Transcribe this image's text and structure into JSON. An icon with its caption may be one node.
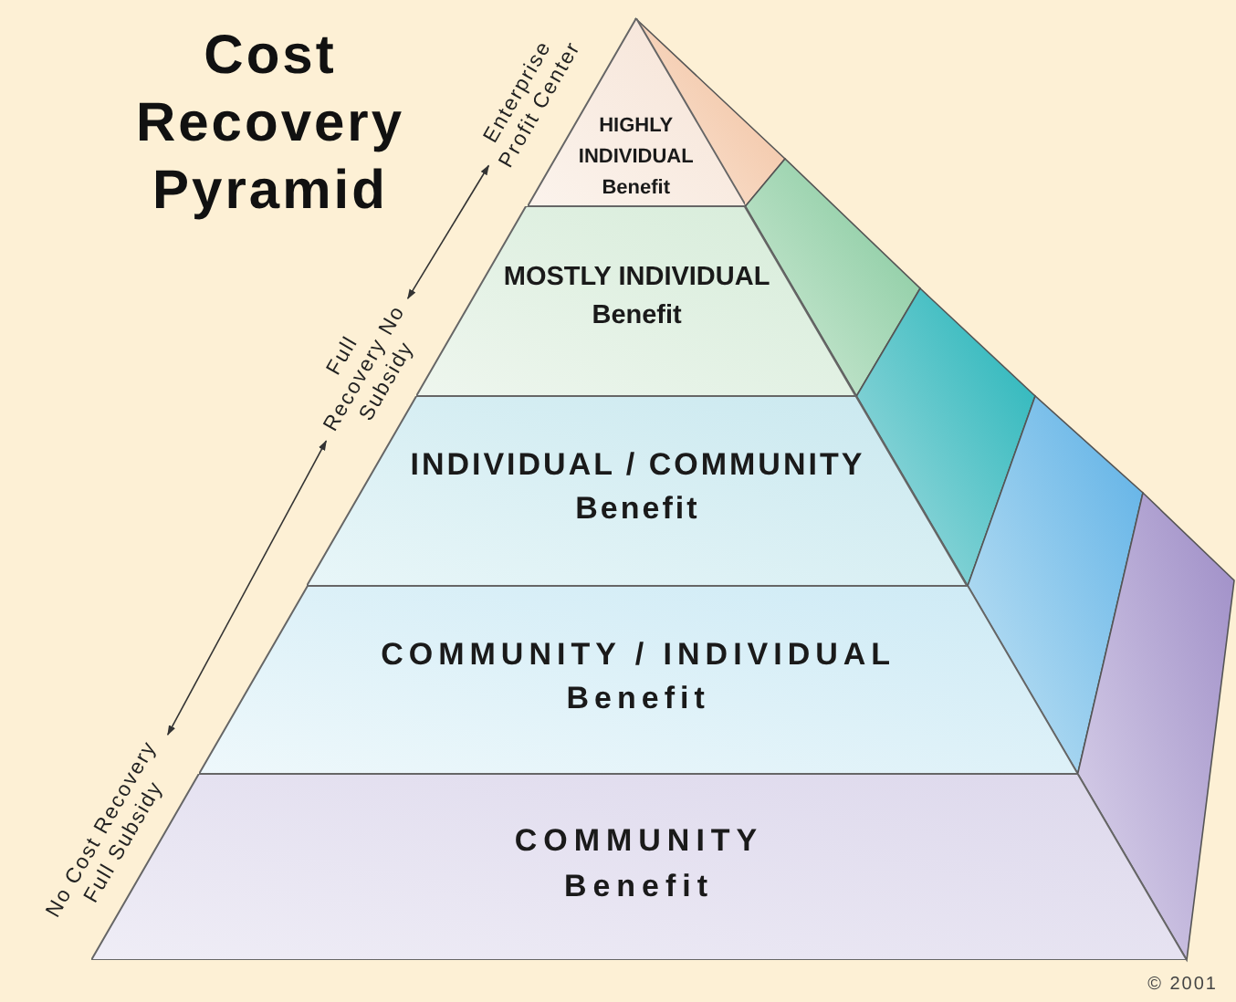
{
  "diagram": {
    "title": "Cost Recovery Pyramid",
    "nodes": [
      {
        "text": [
          "HIGHLY INDIVIDUAL",
          "Benefit"
        ]
      },
      {
        "text": [
          "MOSTLY INDIVIDUAL",
          "Benefit"
        ]
      },
      {
        "text": [
          "INDIVIDUAL / COMMUNITY",
          "Benefit"
        ]
      },
      {
        "text": [
          "COMMUNITY / INDIVIDUAL",
          "Benefit"
        ]
      },
      {
        "text": [
          "COMMUNITY",
          "Benefit"
        ]
      },
      {
        "text": [
          "Enterprise Profit Center"
        ]
      },
      {
        "text": [
          "Full Recovery No Subsidy"
        ]
      },
      {
        "text": [
          "No Cost Recovery Full Subsidy"
        ]
      }
    ],
    "edges": [
      {
        "from": 5,
        "to": 6,
        "arrow": "both"
      },
      {
        "from": 6,
        "to": 7,
        "arrow": "both"
      }
    ],
    "labels": [
      "© 2001"
    ]
  }
}
